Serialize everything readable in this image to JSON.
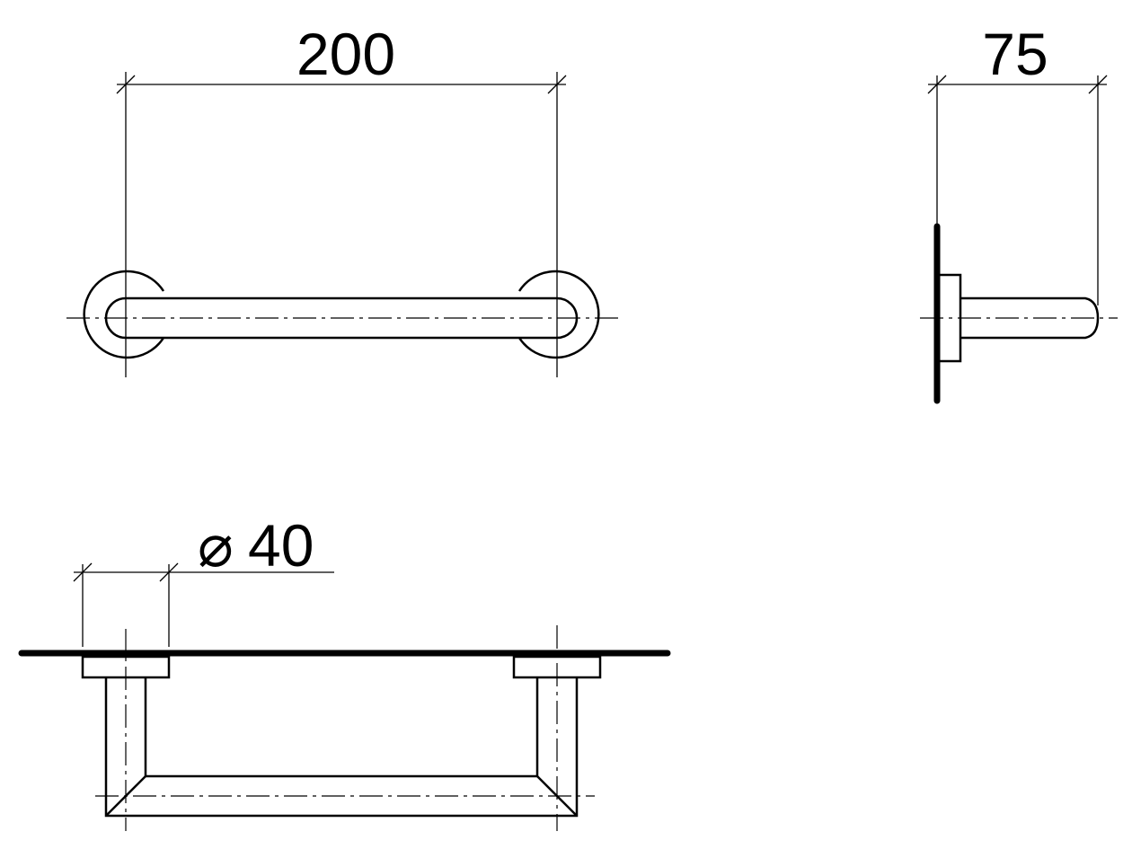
{
  "dimensions": {
    "length": "200",
    "projection": "75",
    "rosette_diameter_symbol": "⌀",
    "rosette_diameter": "40"
  }
}
